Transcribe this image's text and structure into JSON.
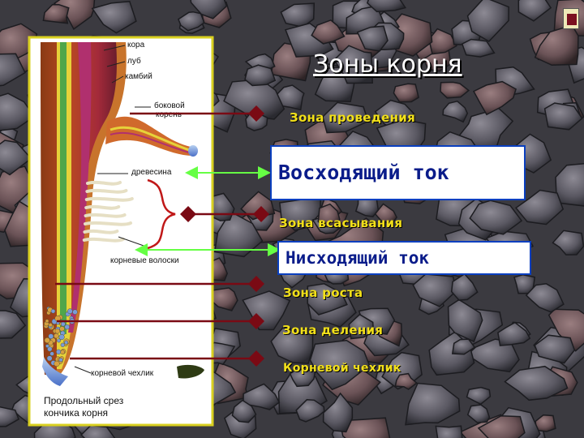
{
  "title": "Зоны корня",
  "diagram": {
    "labels": {
      "kora": "кора",
      "lub": "луб",
      "kambiy": "камбий",
      "bokovoy_koren_line1": "боковой",
      "bokovoy_koren_line2": "корень",
      "drevesina": "древесина",
      "kornevye_voloski": "корневые волоски",
      "kornevoy_chehlik": "корневой чехлик"
    },
    "caption_line1": "Продольный срез",
    "caption_line2": "кончика корня"
  },
  "zones": {
    "provedeniya": "Зона проведения",
    "vsasyvaniya": "Зона всасывания",
    "rosta": "Зона роста",
    "deleniya": "Зона деления",
    "chehlik": "Корневой чехлик"
  },
  "currents": {
    "up": "Восходящий ток",
    "down": "Нисходящий ток"
  },
  "colors": {
    "zone_text": "#f2e01a",
    "pointer_arrow": "#7a0a14",
    "current_arrow": "#66ff44",
    "box_border": "#0a3fbf",
    "box_text": "#0a1c8a",
    "panel_border": "#d9d020"
  }
}
